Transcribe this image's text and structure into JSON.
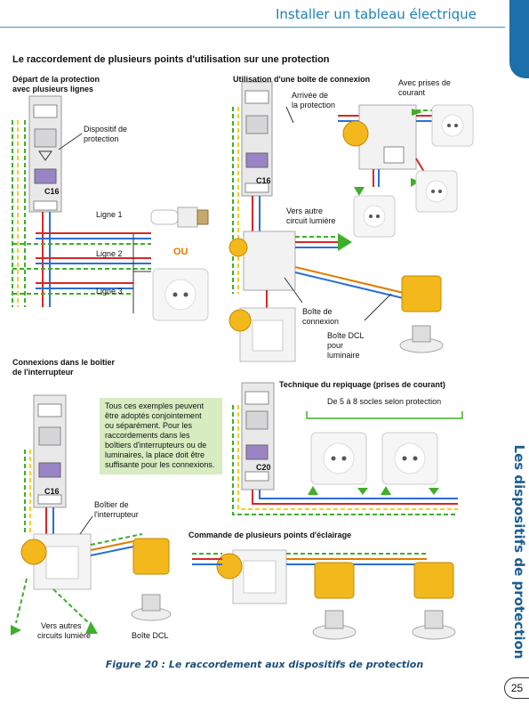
{
  "header": {
    "title": "Installer un tableau électrique"
  },
  "sidebar": {
    "title": "Les dispositifs de protection"
  },
  "main_title": "Le raccordement de plusieurs points d'utilisation sur une protection",
  "sections": {
    "depart": {
      "title_line1": "Départ de la protection",
      "title_line2": "avec plusieurs lignes"
    },
    "boite": {
      "title": "Utilisation d'une boîte de connexion"
    },
    "connexions": {
      "title_line1": "Connexions dans le boîtier",
      "title_line2": "de l'interrupteur"
    },
    "repiquage": {
      "title": "Technique du repiquage (prises de courant)"
    },
    "commande": {
      "title": "Commande de plusieurs points d'éclairage"
    }
  },
  "labels": {
    "dispositif_1": "Dispositif de",
    "dispositif_2": "protection",
    "ligne1": "Ligne 1",
    "ligne2": "Ligne 2",
    "ligne3": "Ligne 3",
    "ou": "OU",
    "arrivee_1": "Arrivée de",
    "arrivee_2": "la protection",
    "prises_1": "Avec prises de",
    "prises_2": "courant",
    "vers_autre_1": "Vers autre",
    "vers_autre_2": "circuit lumière",
    "boite_connexion_1": "Boîte de",
    "boite_connexion_2": "connexion",
    "boite_dcl_1": "Boîte DCL",
    "boite_dcl_2": "pour",
    "boite_dcl_3": "luminaire",
    "socles": "De 5 à 8 socles selon protection",
    "boitier_1": "Boîtier de",
    "boitier_2": "l'interrupteur",
    "vers_autres_1": "Vers autres",
    "vers_autres_2": "circuits lumière",
    "boite_dcl_bottom": "Boîte DCL",
    "c16": "C16",
    "c20": "C20"
  },
  "note": {
    "line1": "Tous ces exemples peuvent",
    "line2": "être adoptés conjointement",
    "line3": "ou séparément. Pour les",
    "line4": "raccordements dans les",
    "line5": "boîtiers d'interrupteurs ou de",
    "line6": "luminaires, la place doit être",
    "line7": "suffisante pour les connexions."
  },
  "caption": "Figure 20 : Le raccordement aux dispositifs de protection",
  "page_number": "25",
  "colors": {
    "accent": "#1c6fa8",
    "wire_phase": "#d62828",
    "wire_neutral": "#2a6fd6",
    "wire_earth_green": "#3fae2a",
    "wire_earth_yellow": "#f2d024",
    "wire_return": "#e07b00",
    "box_yellow": "#f2b81c",
    "note_bg": "#d7ecc1"
  }
}
